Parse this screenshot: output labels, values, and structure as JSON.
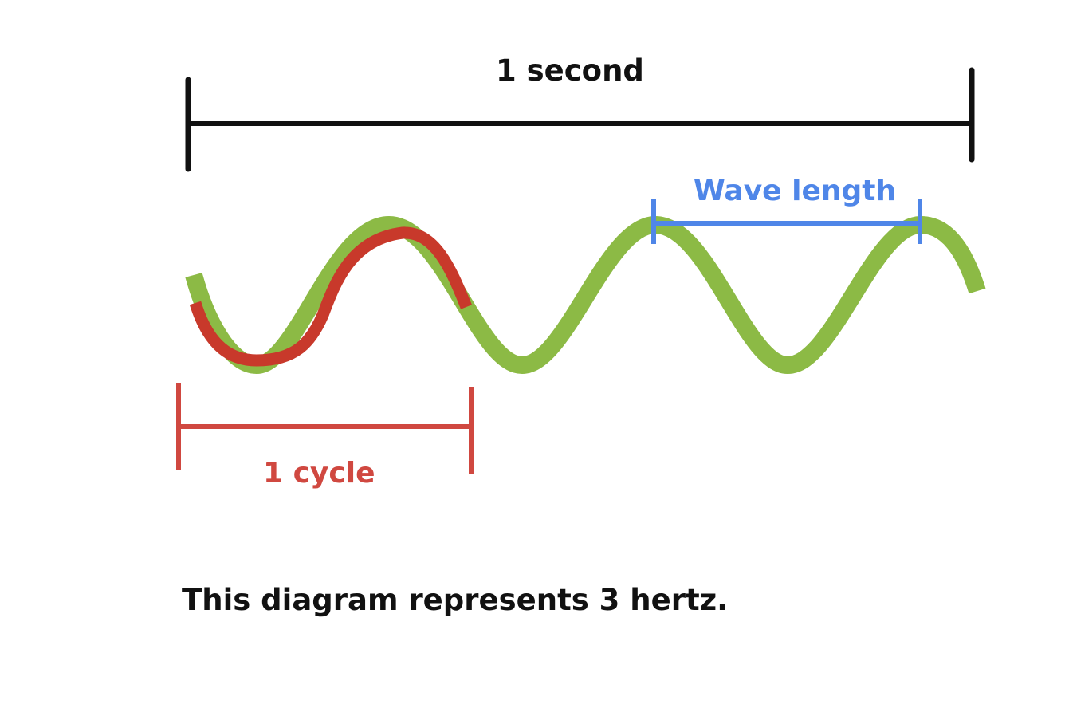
{
  "labels": {
    "time_span": "1 second",
    "wave_length": "Wave length",
    "cycle": "1 cycle"
  },
  "caption": "This diagram represents 3 hertz.",
  "colors": {
    "time_bracket": "#111111",
    "wave": "#8cba45",
    "cycle_highlight": "#c8392b",
    "cycle_bracket": "#d04840",
    "wave_length_bracket": "#4f86e8"
  }
}
